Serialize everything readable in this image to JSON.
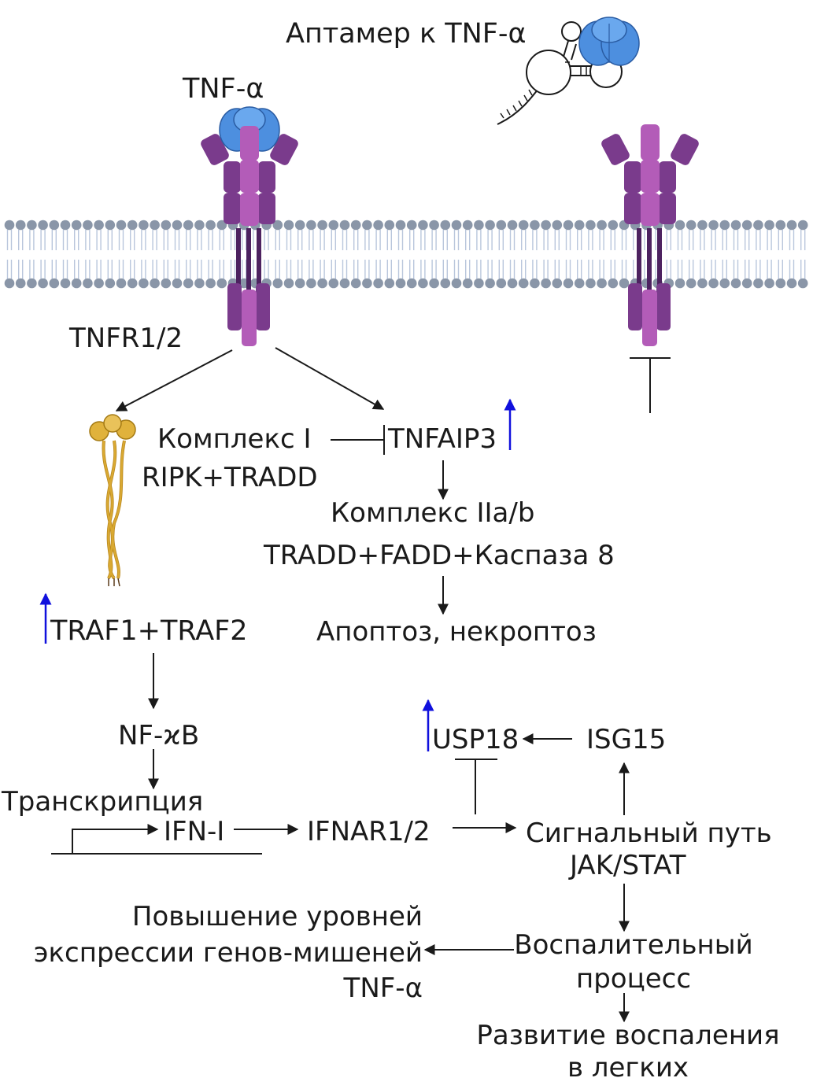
{
  "labels": {
    "aptamer": "Аптамер к TNF-α",
    "tnf_alpha": "TNF-α",
    "tnfr": "TNFR1/2",
    "complex1": "Комплекс I",
    "ripk_tradd": "RIPK+TRADD",
    "tnfaip3": "TNFAIP3",
    "complex2": "Комплекс IIa/b",
    "tradd_fadd": "TRADD+FADD+Каспаза 8",
    "apoptosis": "Апоптоз, некроптоз",
    "traf": "TRAF1+TRAF2",
    "nfkb": "NF-ϰB",
    "transcription": "Транскрипция",
    "ifn": "IFN-I",
    "ifnar": "IFNAR1/2",
    "usp18": "USP18",
    "isg15": "ISG15",
    "jak_stat_1": "Сигнальный путь",
    "jak_stat_2": "JAK/STAT",
    "expression_1": "Повышение уровней",
    "expression_2": "экспрессии генов-мишеней",
    "expression_3": "TNF-α",
    "inflammation_1": "Воспалительный",
    "inflammation_2": "процесс",
    "lung_1": "Развитие воспаления",
    "lung_2": "в легких"
  },
  "colors": {
    "receptor_light": "#b35cb8",
    "receptor_dark": "#7a3b8c",
    "receptor_stem": "#4d2260",
    "tnf_blue": "#4d8fdf",
    "membrane_head": "#8a96a8",
    "membrane_tail": "#b9c6dc",
    "traf_gold": "#d9a932",
    "upregulation_arrow": "#1010dd",
    "arrow": "#1a1a1a"
  }
}
